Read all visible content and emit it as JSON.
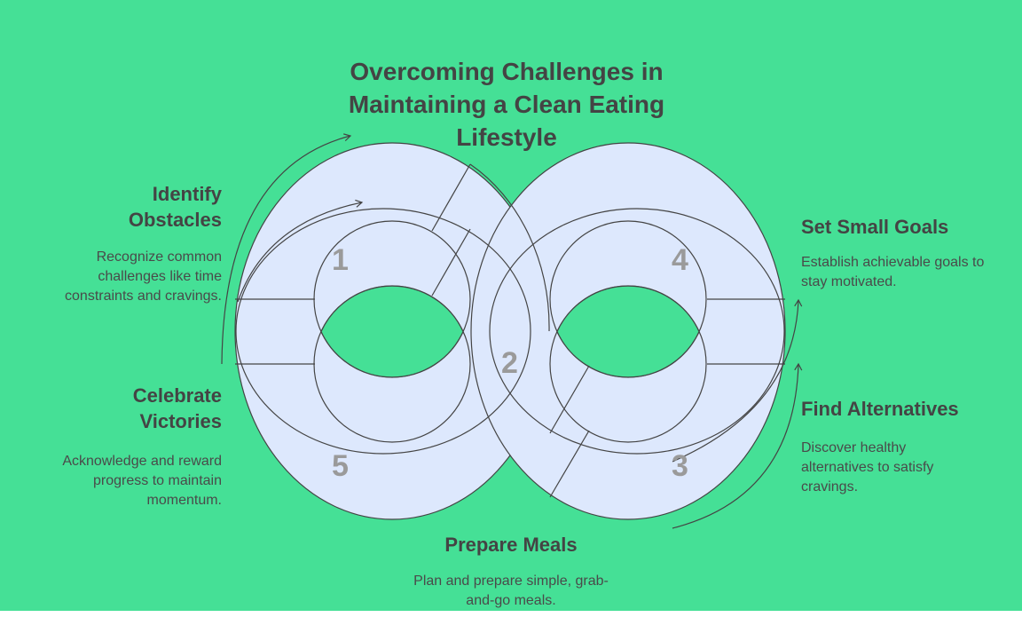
{
  "title": "Overcoming Challenges in Maintaining a Clean Eating Lifestyle",
  "colors": {
    "background": "#45e096",
    "ring_fill": "#dde8fd",
    "stroke": "#444444",
    "number": "#9a9a9a"
  },
  "steps": [
    {
      "number": "1",
      "heading": "Identify Obstacles",
      "description": "Recognize common challenges like time constraints and cravings."
    },
    {
      "number": "2",
      "heading": "Prepare Meals",
      "description": "Plan and prepare simple, grab-and-go meals."
    },
    {
      "number": "3",
      "heading": "Find Alternatives",
      "description": "Discover healthy alternatives to satisfy cravings."
    },
    {
      "number": "4",
      "heading": "Set Small Goals",
      "description": "Establish achievable goals to stay motivated."
    },
    {
      "number": "5",
      "heading": "Celebrate Victories",
      "description": "Acknowledge and reward progress to maintain momentum."
    }
  ]
}
